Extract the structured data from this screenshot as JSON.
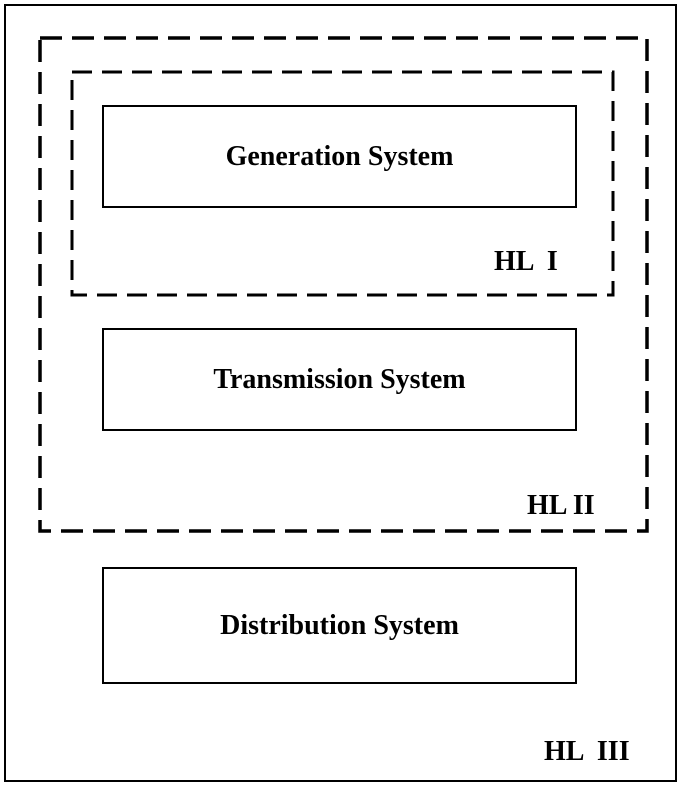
{
  "diagram": {
    "boxes": {
      "generation": "Generation System",
      "transmission": "Transmission System",
      "distribution": "Distribution System"
    },
    "levels": {
      "hl1": "HL  I",
      "hl2": "HL II",
      "hl3": "HL  III"
    }
  },
  "colors": {
    "line": "#000000",
    "background": "#ffffff"
  }
}
